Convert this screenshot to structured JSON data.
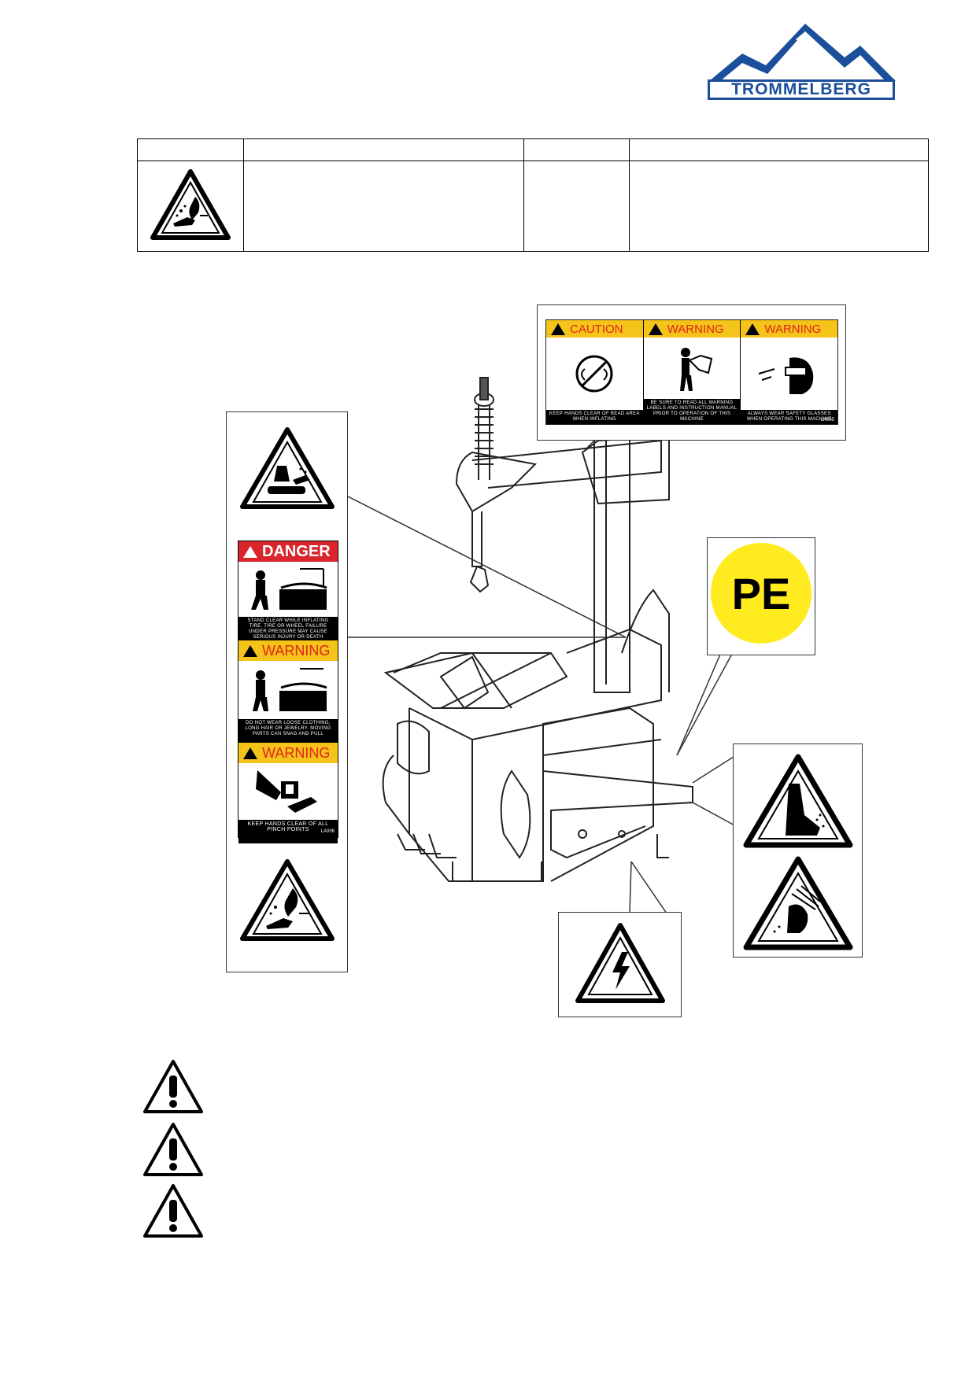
{
  "logo": {
    "brand": "TROMMELBERG"
  },
  "top_table": {
    "rows": 2,
    "cols": 4
  },
  "caution_label": {
    "panels": [
      {
        "heading": "CAUTION",
        "text": "KEEP HANDS CLEAR OF BEAD AREA WHEN INFLATING"
      },
      {
        "heading": "WARNING",
        "text": "BE SURE TO READ ALL WARNING LABELS AND INSTRUCTION MANUAL PRIOR TO OPERATION OF THIS MACHINE"
      },
      {
        "heading": "WARNING",
        "text": "ALWAYS WEAR SAFETY GLASSES WHEN OPERATING THIS MACHINE"
      }
    ],
    "code": "LA005"
  },
  "danger_label": {
    "sections": [
      {
        "heading": "DANGER",
        "text": "STAND CLEAR WHILE INFLATING TIRE. TIRE OR WHEEL FAILURE UNDER PRESSURE MAY CAUSE SERIOUS INJURY OR DEATH"
      },
      {
        "heading": "WARNING",
        "text": "DO NOT WEAR LOOSE CLOTHING, LONG HAIR OR JEWELRY. MOVING PARTS CAN SNAG AND PULL"
      },
      {
        "heading": "WARNING",
        "text": "KEEP HANDS CLEAR OF ALL PINCH POINTS"
      }
    ],
    "code": "LA006"
  },
  "pe_label": "PE",
  "colors": {
    "brand_blue": "#1b4f9c",
    "danger_red": "#d8262c",
    "warning_yellow": "#f5c41a",
    "pe_yellow": "#ffeb1f"
  }
}
